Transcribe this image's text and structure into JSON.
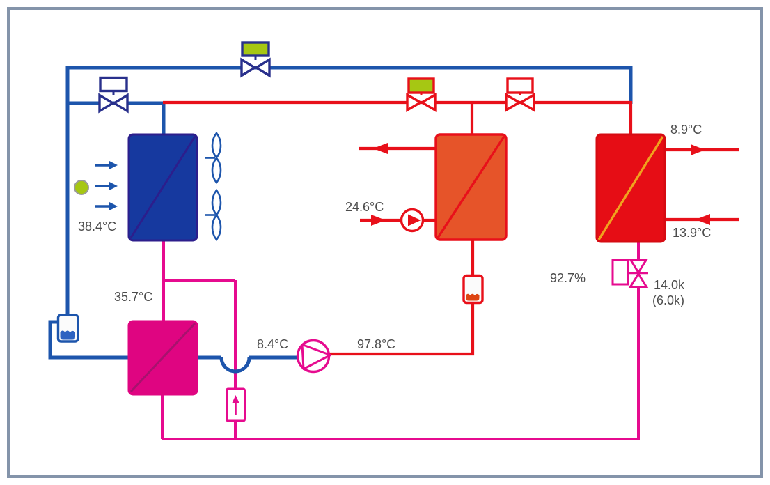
{
  "labels": {
    "ambient_temp": "38.4°C",
    "condenser_out_temp": "35.7°C",
    "suction_temp": "8.4°C",
    "discharge_temp": "97.8°C",
    "heating_water_in_temp": "24.6°C",
    "chilled_water_out_temp": "8.9°C",
    "chilled_water_in_temp": "13.9°C",
    "expansion_valve_opening": "92.7%",
    "expansion_valve_value": "14.0k",
    "expansion_valve_value_sub": "(6.0k)"
  },
  "colors": {
    "frame_gray": "#8494aa",
    "pipe_blue": "#1d55ac",
    "pipe_red": "#e8101a",
    "pipe_magenta": "#e60b8f",
    "valve_navy": "#29308c",
    "hx_blue": "#16399f",
    "hx_blue_diag": "#2c1e8c",
    "hx_magenta": "#df0581",
    "hx_magenta_diag": "#a8126e",
    "hx_orange": "#e65429",
    "hx_red": "#e60d15",
    "hx_red_border": "#d60b12",
    "diag_orange": "#f0a21e",
    "actuator_green": "#a6c713",
    "tank_liquid_blue": "#2e63c1",
    "tank_liquid_red": "#dd4513",
    "text_gray": "#4c4c4c"
  },
  "icons": {
    "fan": "fan-icon",
    "air_flow_arrow": "air-flow-arrow-icon",
    "status_indicator": "status-indicator-icon",
    "valve_bowtie": "valve-icon",
    "valve_actuator": "valve-actuator-box",
    "compressor": "compressor-icon",
    "pump": "pump-icon",
    "tank": "tank-icon",
    "check_valve": "check-valve-icon",
    "expansion_valve": "expansion-valve-icon"
  }
}
